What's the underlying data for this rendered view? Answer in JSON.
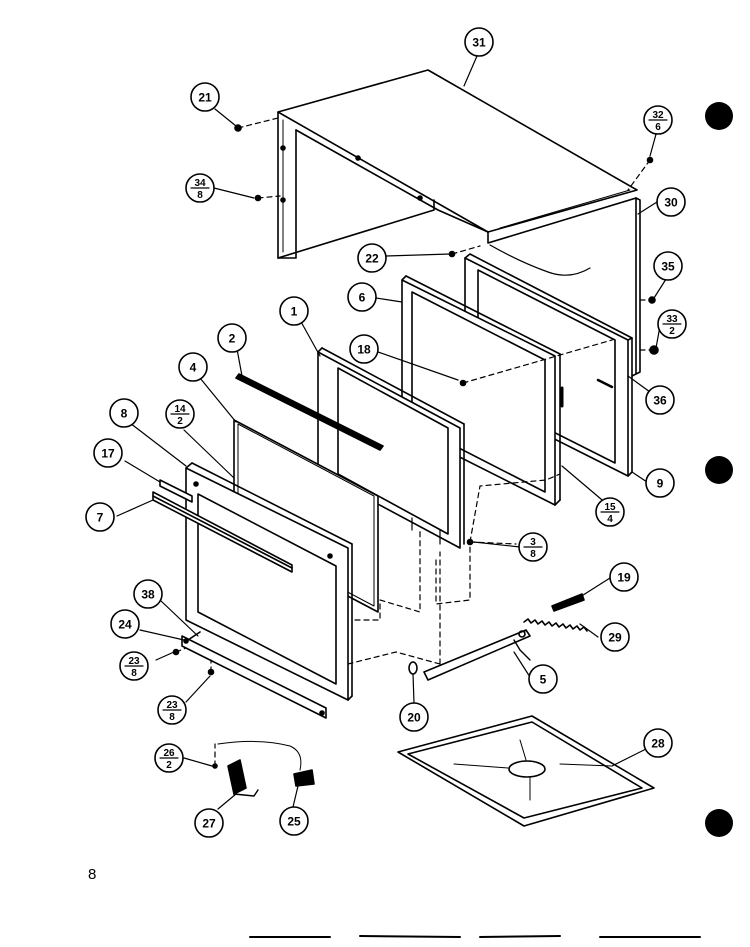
{
  "page_number": "8",
  "callouts": [
    {
      "id": "31",
      "top": "31"
    },
    {
      "id": "21",
      "top": "21"
    },
    {
      "id": "32-6",
      "top": "32",
      "bottom": "6"
    },
    {
      "id": "34-8",
      "top": "34",
      "bottom": "8"
    },
    {
      "id": "30",
      "top": "30"
    },
    {
      "id": "22",
      "top": "22"
    },
    {
      "id": "35",
      "top": "35"
    },
    {
      "id": "6",
      "top": "6"
    },
    {
      "id": "33-2",
      "top": "33",
      "bottom": "2"
    },
    {
      "id": "1",
      "top": "1"
    },
    {
      "id": "2",
      "top": "2"
    },
    {
      "id": "18",
      "top": "18"
    },
    {
      "id": "4",
      "top": "4"
    },
    {
      "id": "36",
      "top": "36"
    },
    {
      "id": "8",
      "top": "8"
    },
    {
      "id": "14-2",
      "top": "14",
      "bottom": "2"
    },
    {
      "id": "17",
      "top": "17"
    },
    {
      "id": "9",
      "top": "9"
    },
    {
      "id": "15-4",
      "top": "15",
      "bottom": "4"
    },
    {
      "id": "7",
      "top": "7"
    },
    {
      "id": "3-8",
      "top": "3",
      "bottom": "8"
    },
    {
      "id": "19",
      "top": "19"
    },
    {
      "id": "38",
      "top": "38"
    },
    {
      "id": "24",
      "top": "24"
    },
    {
      "id": "29",
      "top": "29"
    },
    {
      "id": "23-8-a",
      "top": "23",
      "bottom": "8"
    },
    {
      "id": "5",
      "top": "5"
    },
    {
      "id": "23-8-b",
      "top": "23",
      "bottom": "8"
    },
    {
      "id": "20",
      "top": "20"
    },
    {
      "id": "28",
      "top": "28"
    },
    {
      "id": "26-2",
      "top": "26",
      "bottom": "2"
    },
    {
      "id": "27",
      "top": "27"
    },
    {
      "id": "25",
      "top": "25"
    }
  ]
}
